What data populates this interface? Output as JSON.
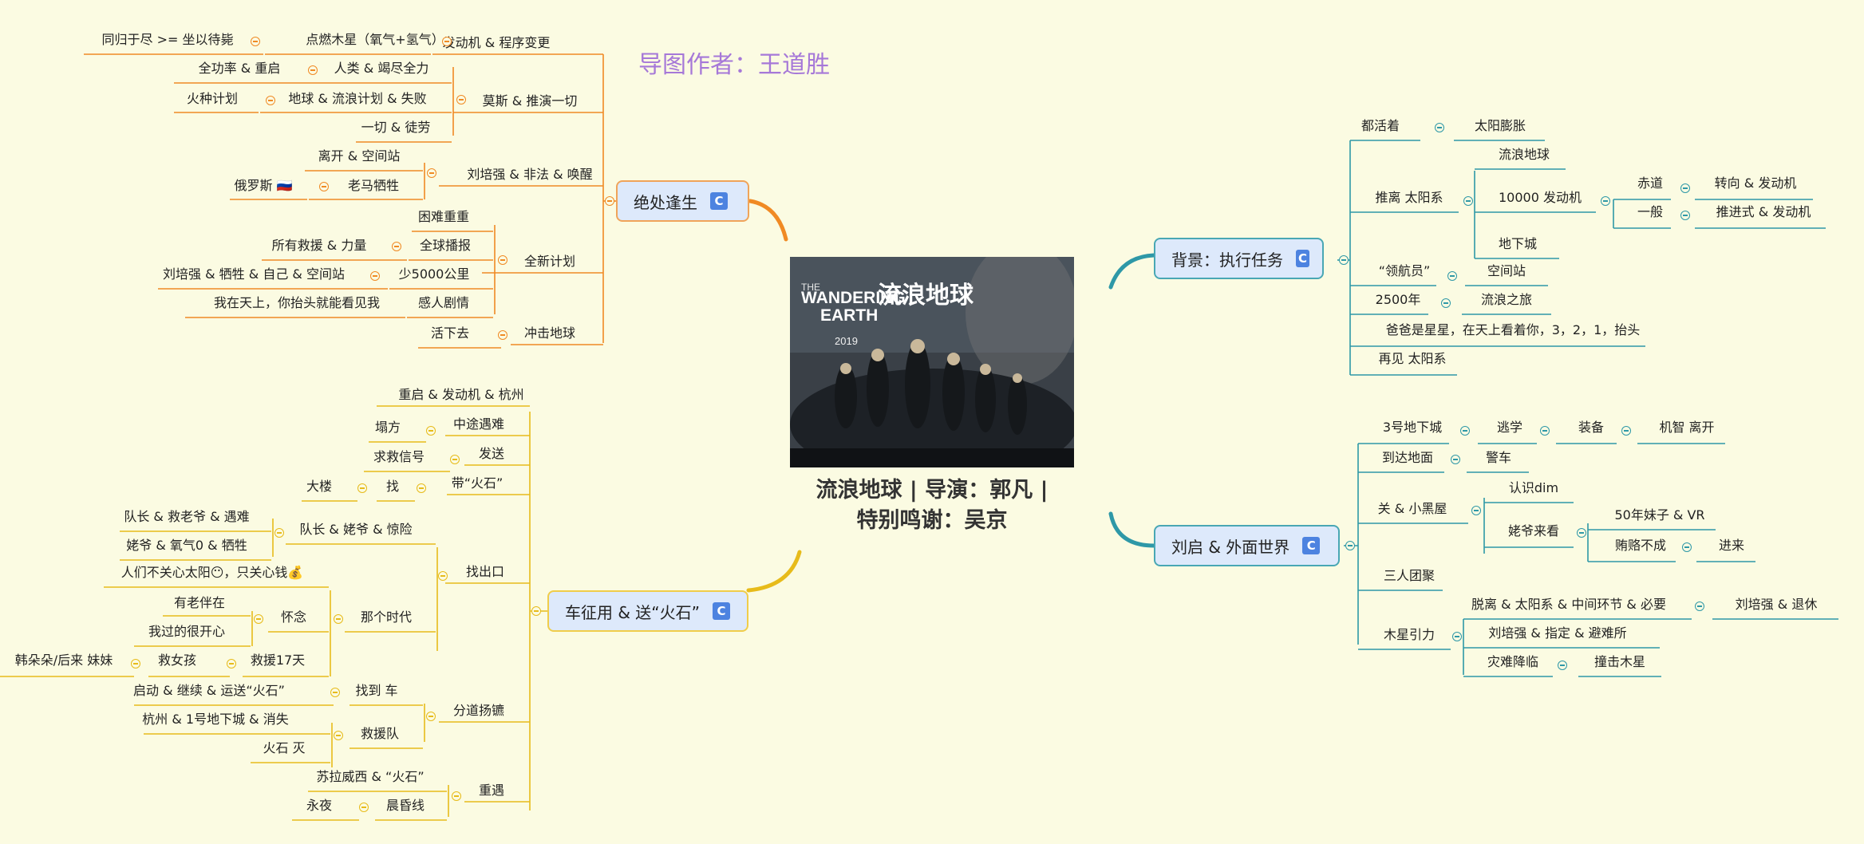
{
  "author": "导图作者：王道胜",
  "center": {
    "title_line1": "流浪地球 | 导演：郭凡 |",
    "title_line2": "特别鸣谢：吴京"
  },
  "poster": {
    "title_en_1": "THE",
    "title_en_2": "WANDERING",
    "title_en_3": "EARTH",
    "title_cn": "流浪地球",
    "year": "2019"
  },
  "branches": {
    "b1": "绝处逢生",
    "b2": "车征用 & 送“火石”",
    "b3": "背景：执行任务",
    "b4": "刘启 & 外面世界",
    "badge": "C"
  },
  "nodes": {
    "n1": "发动机 & 程序变更",
    "n2": "点燃木星（氧气+氢气）",
    "n3": "同归于尽 >= 坐以待毙",
    "n4": "莫斯 & 推演一切",
    "n5": "人类 & 竭尽全力",
    "n6": "全功率 & 重启",
    "n7": "地球 & 流浪计划 & 失败",
    "n8": "火种计划",
    "n9": "一切 & 徒劳",
    "n10": "刘培强 & 非法 & 唤醒",
    "n11": "离开 & 空间站",
    "n12": "老马牺牲",
    "n13": "俄罗斯 🇷🇺",
    "n14": "全新计划",
    "n15": "困难重重",
    "n16": "全球播报",
    "n17": "所有救援 & 力量",
    "n18": "少5000公里",
    "n19": "刘培强 & 牺牲 & 自己 & 空间站",
    "n20": "感人剧情",
    "n21": "我在天上，你抬头就能看见我",
    "n22": "冲击地球",
    "n23": "活下去",
    "y1": "重启 & 发动机 & 杭州",
    "y2": "中途遇难",
    "y3": "塌方",
    "y4": "发送",
    "y5": "求救信号",
    "y6": "带“火石”",
    "y7": "找",
    "y8": "大楼",
    "y9": "找出口",
    "y10": "队长 & 姥爷 & 惊险",
    "y11": "队长 & 救老爷 & 遇难",
    "y12": "姥爷 & 氧气0 & 牺牲",
    "y13": "那个时代",
    "y14": "人们不关心太阳😶，只关心钱💰",
    "y15": "怀念",
    "y16": "有老伴在",
    "y17": "我过的很开心",
    "y18": "救援17天",
    "y19": "救女孩",
    "y20": "韩朵朵/后来 妹妹",
    "y21": "分道扬镳",
    "y22": "找到 车",
    "y23": "启动 & 继续 & 运送“火石”",
    "y24": "救援队",
    "y25": "杭州 & 1号地下城 & 消失",
    "y26": "火石 灭",
    "y27": "重遇",
    "y28": "苏拉威西 & “火石”",
    "y29": "晨昏线",
    "y30": "永夜",
    "r1": "太阳膨胀",
    "r2": "都活着",
    "r3": "推离 太阳系",
    "r4": "流浪地球",
    "r5": "10000 发动机",
    "r6": "赤道",
    "r7": "转向 & 发动机",
    "r8": "一般",
    "r9": "推进式 & 发动机",
    "r10": "地下城",
    "r11": "“领航员”",
    "r12": "空间站",
    "r13": "2500年",
    "r14": "流浪之旅",
    "r15": "爸爸是星星，在天上看着你，3，2，1，抬头",
    "r16": "再见 太阳系",
    "s1": "3号地下城",
    "s2": "逃学",
    "s3": "装备",
    "s4": "机智 离开",
    "s5": "到达地面",
    "s6": "警车",
    "s7": "关 & 小黑屋",
    "s8": "认识dim",
    "s9": "姥爷来看",
    "s10": "50年妹子 & VR",
    "s11": "贿赂不成",
    "s12": "进来",
    "s13": "三人团聚",
    "s14": "木星引力",
    "s15": "脱离 & 太阳系 & 中间环节 & 必要",
    "s16": "刘培强 & 退休",
    "s17": "刘培强  & 指定 & 避难所",
    "s18": "灾难降临",
    "s19": "撞击木星"
  },
  "colors": {
    "orange": "#f08a24",
    "yellow": "#e7bb1a",
    "teal": "#2e98a7",
    "author": "#a678d8",
    "badge": "#4d83e0",
    "background": "#fbfbe2"
  }
}
